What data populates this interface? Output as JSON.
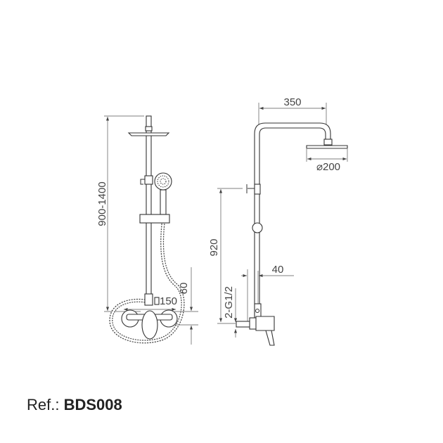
{
  "dimensions": {
    "height_range": "900-1400",
    "bar_spacing": "150",
    "mixer_height": "60",
    "arm_length": "350",
    "head_diameter": "⌀200",
    "diverter_height": "920",
    "wall_offset": "40",
    "inlet_thread": "2-G1/2"
  },
  "reference": {
    "prefix": "Ref.:",
    "code": "BDS008"
  }
}
